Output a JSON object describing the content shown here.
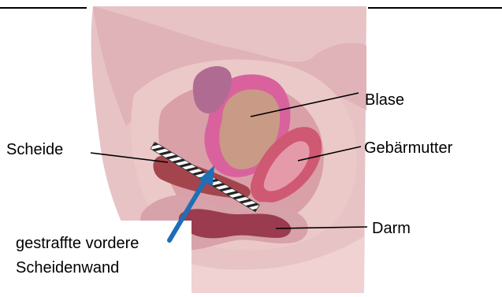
{
  "labels": {
    "blase": "Blase",
    "gebaermutter": "Gebärmutter",
    "scheide": "Scheide",
    "darm": "Darm",
    "vorderwand_line1": "gestraffte vordere",
    "vorderwand_line2": "Scheidenwand"
  },
  "colors": {
    "skin_back": "#e7c3c6",
    "skin_front": "#f0d2d2",
    "tissue": "#d99aa3",
    "bladder_wall": "#d9629e",
    "bladder_inner": "#c99a86",
    "uterus": "#cf5873",
    "uterus_light": "#e59aaa",
    "vagina": "#a4454d",
    "bowel": "#9b3b50",
    "arrow": "#1e6fb6"
  },
  "icons": {
    "hatched_bar": "mesh-implant-bar",
    "arrow": "blue-pointer-arrow"
  }
}
